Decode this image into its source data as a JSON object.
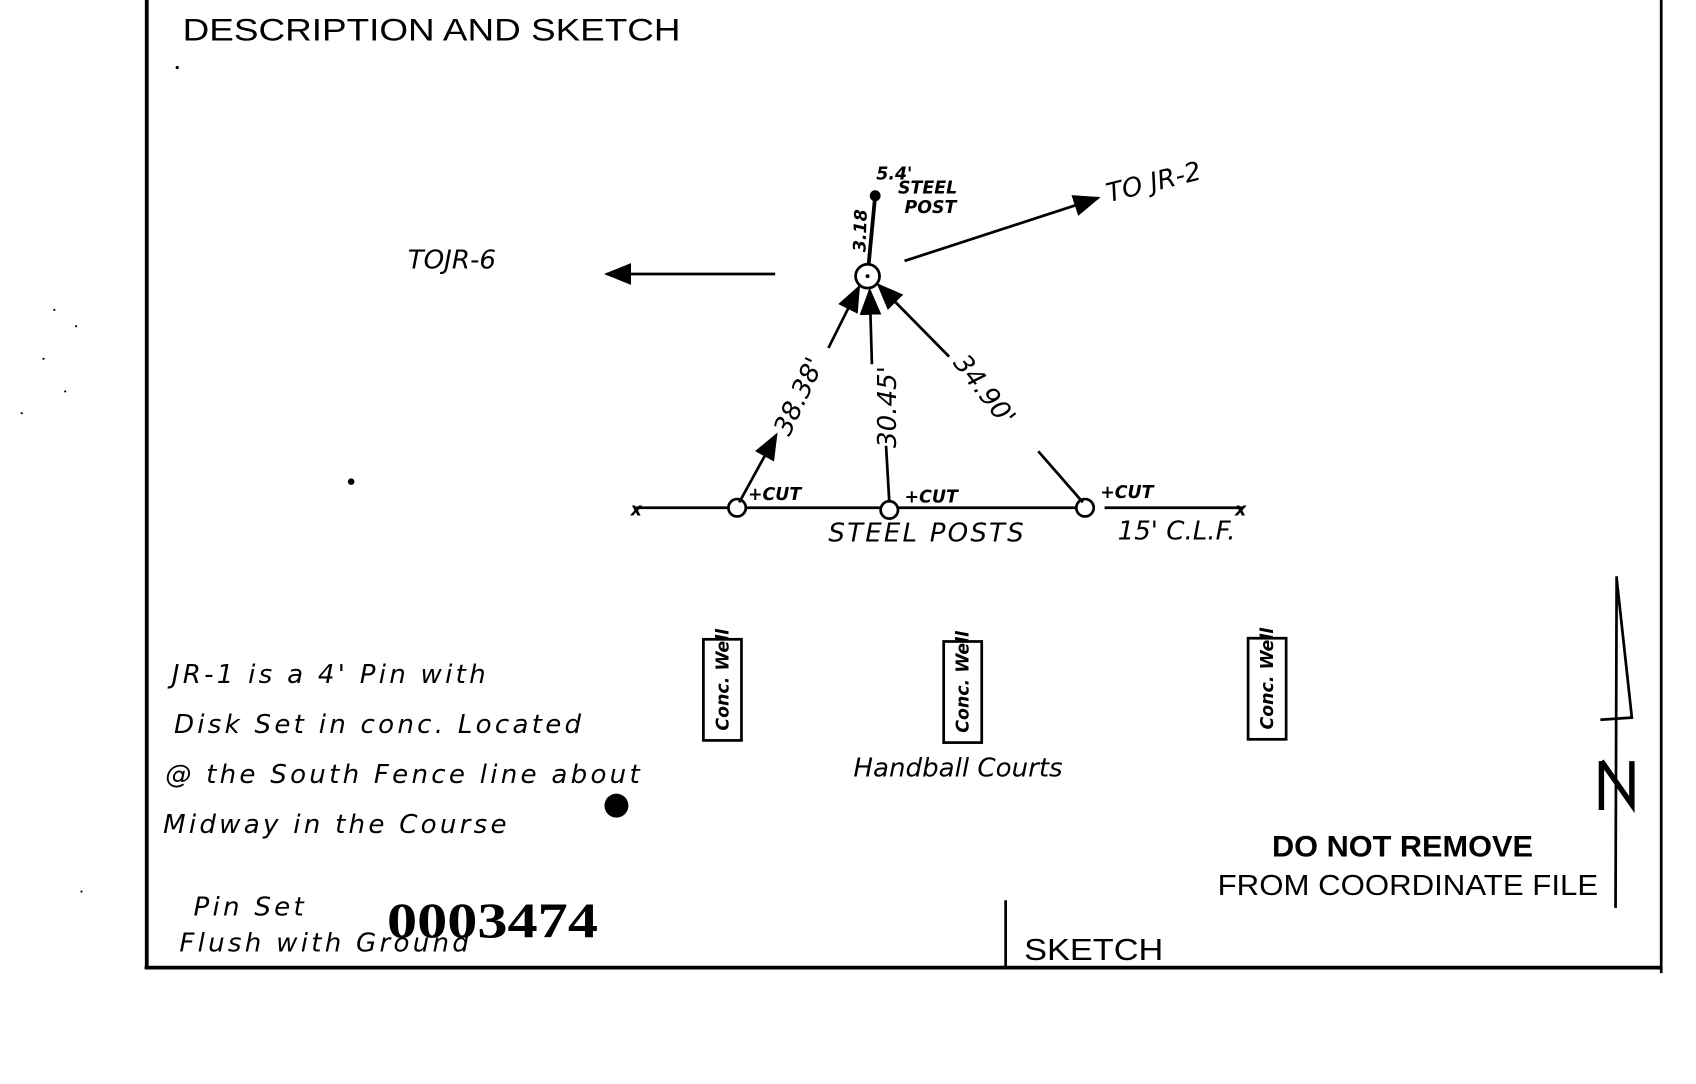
{
  "form": {
    "title": "DESCRIPTION AND SKETCH",
    "sketch_label": "SKETCH",
    "stamp_line1": "DO NOT REMOVE",
    "stamp_line2": "FROM COORDINATE FILE",
    "record_number": "0003474"
  },
  "sketch": {
    "to_jr6": "TOJR-6",
    "to_jr2": "TO JR-2",
    "post_height": "5.4'",
    "steel_label": "STEEL",
    "post_label": "POST",
    "post_distance": "3.18",
    "dist_left": "38.38'",
    "dist_middle": "30.45'",
    "dist_right": "34.90'",
    "cut_labels": [
      "+CUT",
      "+CUT",
      "+CUT"
    ],
    "steel_posts": "STEEL POSTS",
    "fence": "15' C.L.F.",
    "wells": [
      "Conc. Well",
      "Conc. Well",
      "Conc. Well"
    ],
    "handball": "Handball Courts",
    "north_icon": "north-arrow"
  },
  "description": {
    "lines": [
      "JR-1 is a 4' Pin with",
      "Disk Set in conc. Located",
      "@ the South Fence line about",
      "Midway in the Course"
    ],
    "pin_set": "Pin Set",
    "flush": "Flush with Ground"
  }
}
